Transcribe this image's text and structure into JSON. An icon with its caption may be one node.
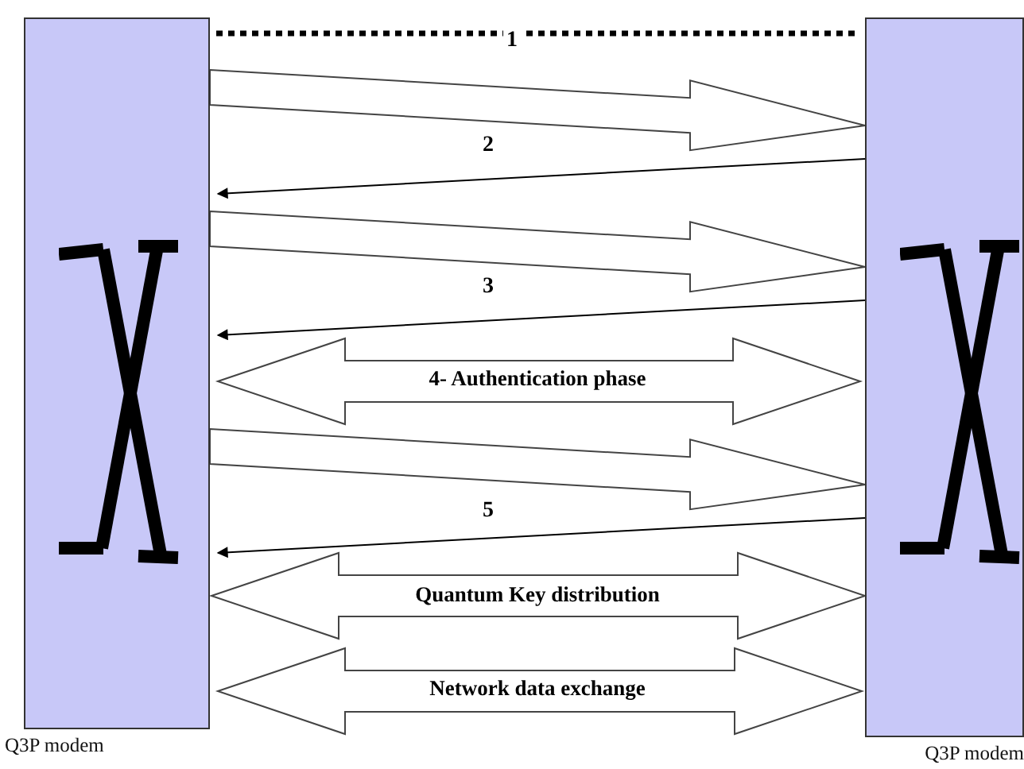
{
  "diagram": {
    "nodes": [
      {
        "text": [
          "Q3P modem"
        ]
      },
      {
        "text": [
          "Q3P modem"
        ]
      }
    ],
    "edges": [
      {
        "from": 0,
        "to": 1,
        "arrow": "none",
        "style": "dashed",
        "label": "1"
      },
      {
        "from": 0,
        "to": 1,
        "arrow": "to",
        "style": "thick"
      },
      {
        "from": 1,
        "to": 0,
        "arrow": "to",
        "label": "2"
      },
      {
        "from": 0,
        "to": 1,
        "arrow": "to",
        "style": "thick"
      },
      {
        "from": 1,
        "to": 0,
        "arrow": "to",
        "label": "3"
      },
      {
        "from": 0,
        "to": 1,
        "arrow": "both",
        "style": "thick",
        "label": "4- Authentication phase"
      },
      {
        "from": 0,
        "to": 1,
        "arrow": "to",
        "style": "thick"
      },
      {
        "from": 1,
        "to": 0,
        "arrow": "to",
        "label": "5"
      },
      {
        "from": 0,
        "to": 1,
        "arrow": "both",
        "style": "thick",
        "label": "Quantum Key distribution"
      },
      {
        "from": 0,
        "to": 1,
        "arrow": "both",
        "style": "thick",
        "label": "Network data exchange"
      }
    ]
  }
}
